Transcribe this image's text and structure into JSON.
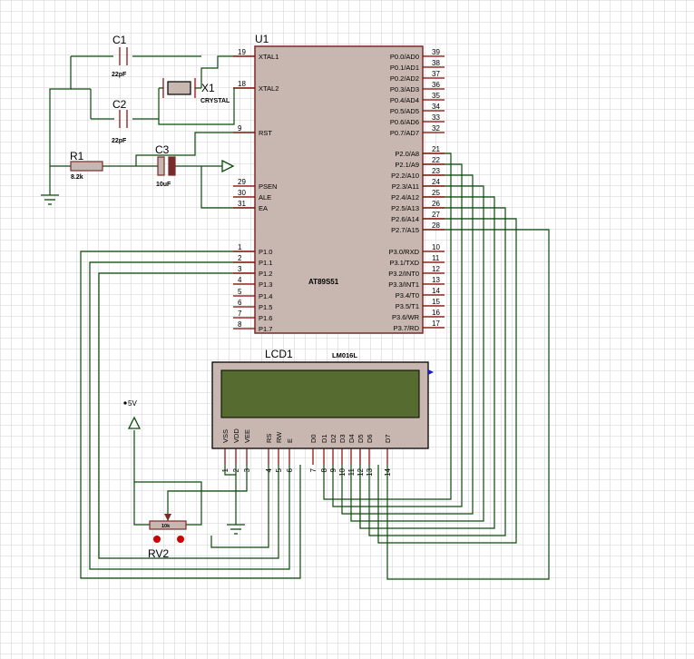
{
  "ic": {
    "ref": "U1",
    "part": "AT89S51",
    "left_pins": [
      {
        "num": "19",
        "label": "XTAL1"
      },
      {
        "num": "18",
        "label": "XTAL2"
      },
      {
        "num": "9",
        "label": "RST"
      },
      {
        "num": "29",
        "label": "PSEN"
      },
      {
        "num": "30",
        "label": "ALE"
      },
      {
        "num": "31",
        "label": "EA"
      },
      {
        "num": "1",
        "label": "P1.0"
      },
      {
        "num": "2",
        "label": "P1.1"
      },
      {
        "num": "3",
        "label": "P1.2"
      },
      {
        "num": "4",
        "label": "P1.3"
      },
      {
        "num": "5",
        "label": "P1.4"
      },
      {
        "num": "6",
        "label": "P1.5"
      },
      {
        "num": "7",
        "label": "P1.6"
      },
      {
        "num": "8",
        "label": "P1.7"
      }
    ],
    "right_pins": [
      {
        "num": "39",
        "label": "P0.0/AD0"
      },
      {
        "num": "38",
        "label": "P0.1/AD1"
      },
      {
        "num": "37",
        "label": "P0.2/AD2"
      },
      {
        "num": "36",
        "label": "P0.3/AD3"
      },
      {
        "num": "35",
        "label": "P0.4/AD4"
      },
      {
        "num": "34",
        "label": "P0.5/AD5"
      },
      {
        "num": "33",
        "label": "P0.6/AD6"
      },
      {
        "num": "32",
        "label": "P0.7/AD7"
      },
      {
        "num": "21",
        "label": "P2.0/A8"
      },
      {
        "num": "22",
        "label": "P2.1/A9"
      },
      {
        "num": "23",
        "label": "P2.2/A10"
      },
      {
        "num": "24",
        "label": "P2.3/A11"
      },
      {
        "num": "25",
        "label": "P2.4/A12"
      },
      {
        "num": "26",
        "label": "P2.5/A13"
      },
      {
        "num": "27",
        "label": "P2.6/A14"
      },
      {
        "num": "28",
        "label": "P2.7/A15"
      },
      {
        "num": "10",
        "label": "P3.0/RXD"
      },
      {
        "num": "11",
        "label": "P3.1/TXD"
      },
      {
        "num": "12",
        "label": "P3.2/INT0"
      },
      {
        "num": "13",
        "label": "P3.3/INT1"
      },
      {
        "num": "14",
        "label": "P3.4/T0"
      },
      {
        "num": "15",
        "label": "P3.5/T1"
      },
      {
        "num": "16",
        "label": "P3.6/WR"
      },
      {
        "num": "17",
        "label": "P3.7/RD"
      }
    ]
  },
  "components": {
    "c1": {
      "ref": "C1",
      "value": "22pF"
    },
    "c2": {
      "ref": "C2",
      "value": "22pF"
    },
    "c3": {
      "ref": "C3",
      "value": "10uF"
    },
    "x1": {
      "ref": "X1",
      "value": "CRYSTAL"
    },
    "r1": {
      "ref": "R1",
      "value": "8.2k"
    },
    "rv2": {
      "ref": "RV2",
      "value": "10k"
    },
    "supply": {
      "label": "5V"
    }
  },
  "lcd": {
    "ref": "LCD1",
    "part": "LM016L",
    "pins": [
      {
        "num": "1",
        "label": "VSS"
      },
      {
        "num": "2",
        "label": "VDD"
      },
      {
        "num": "3",
        "label": "VEE"
      },
      {
        "num": "4",
        "label": "RS"
      },
      {
        "num": "5",
        "label": "RW"
      },
      {
        "num": "6",
        "label": "E"
      },
      {
        "num": "7",
        "label": "D0"
      },
      {
        "num": "8",
        "label": "D1"
      },
      {
        "num": "9",
        "label": "D2"
      },
      {
        "num": "10",
        "label": "D3"
      },
      {
        "num": "11",
        "label": "D4"
      },
      {
        "num": "12",
        "label": "D5"
      },
      {
        "num": "13",
        "label": "D6"
      },
      {
        "num": "14",
        "label": "D7"
      }
    ]
  }
}
